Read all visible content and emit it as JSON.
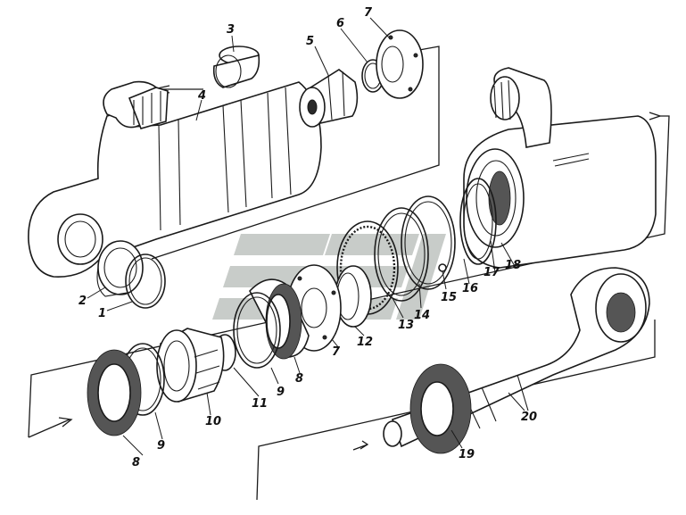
{
  "callouts": {
    "c1": "1",
    "c2": "2",
    "c3": "3",
    "c4": "4",
    "c5": "5",
    "c6": "6",
    "c7a": "7",
    "c7b": "7",
    "c8a": "8",
    "c8b": "8",
    "c9a": "9",
    "c9b": "9",
    "c10": "10",
    "c11": "11",
    "c12": "12",
    "c13": "13",
    "c14": "14",
    "c15": "15",
    "c16": "16",
    "c17": "17",
    "c18": "18",
    "c19": "19",
    "c20": "20"
  },
  "colors": {
    "ink": "#1a1a1a",
    "watermark": "#9aa39c",
    "paper": "#ffffff"
  }
}
